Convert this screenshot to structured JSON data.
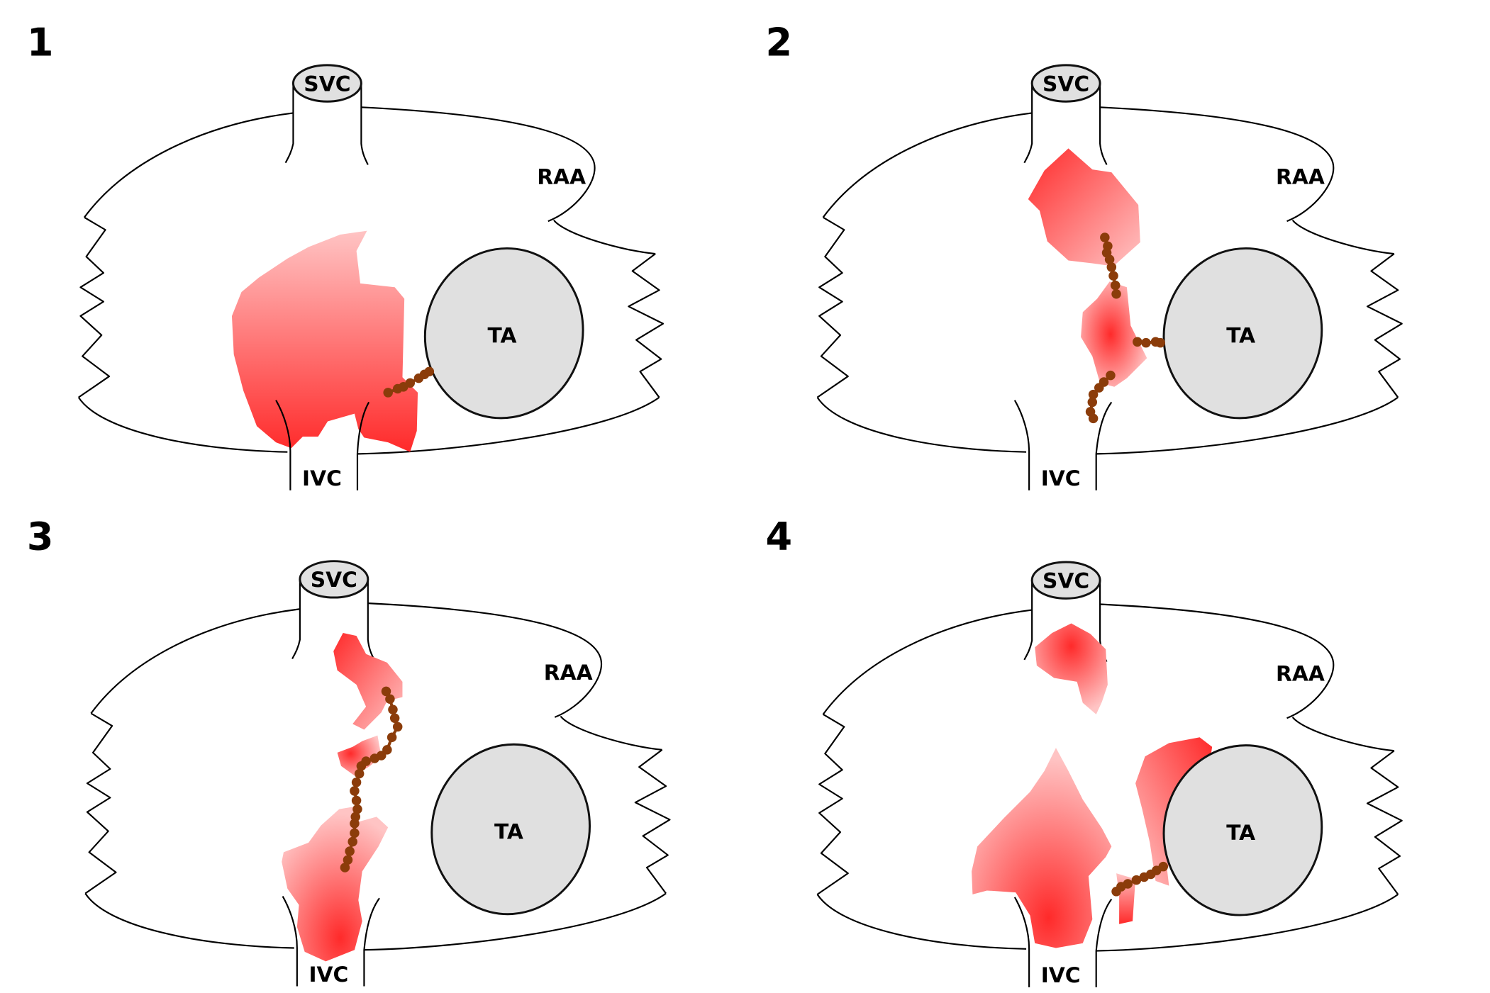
{
  "figure": {
    "panels": [
      {
        "number": "1",
        "labels": {
          "svc": "SVC",
          "ivc": "IVC",
          "raa": "RAA",
          "ta": "TA"
        }
      },
      {
        "number": "2",
        "labels": {
          "svc": "SVC",
          "ivc": "IVC",
          "raa": "RAA",
          "ta": "TA"
        }
      },
      {
        "number": "3",
        "labels": {
          "svc": "SVC",
          "ivc": "IVC",
          "raa": "RAA",
          "ta": "TA"
        }
      },
      {
        "number": "4",
        "labels": {
          "svc": "SVC",
          "ivc": "IVC",
          "raa": "RAA",
          "ta": "TA"
        }
      }
    ]
  },
  "colors": {
    "activation_strong": "#ff2a2a",
    "activation_light": "#ffc4c4",
    "tricuspid_annulus_fill": "#e0e0e0",
    "catheter_dots": "#8b3c0a"
  }
}
